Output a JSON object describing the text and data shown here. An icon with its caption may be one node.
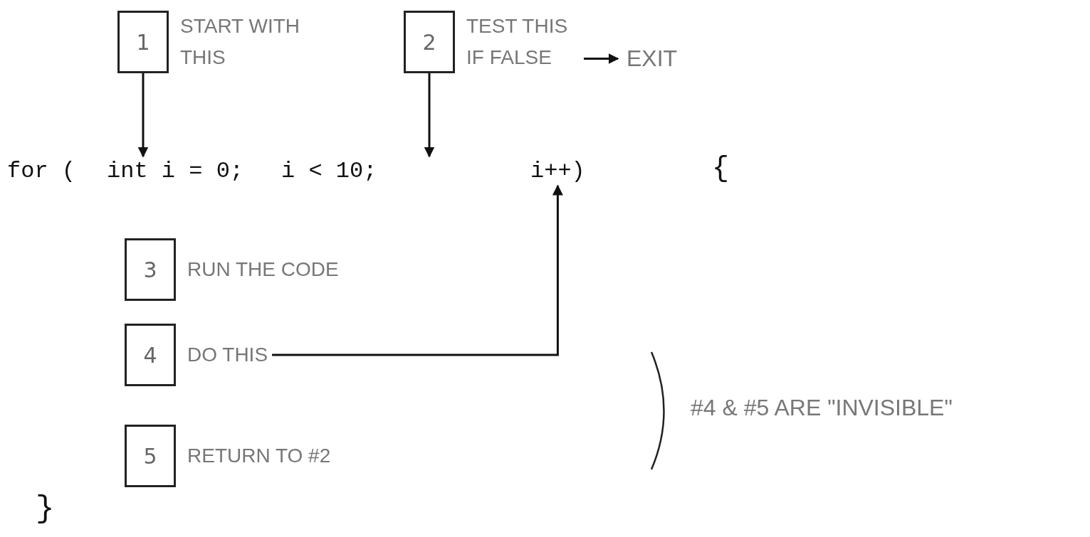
{
  "diagram": {
    "nodes": [
      {
        "text": [
          "1"
        ],
        "beside": [
          "START WITH THIS"
        ]
      },
      {
        "text": [
          "2"
        ],
        "beside": [
          "TEST THIS IF FALSE"
        ]
      },
      {
        "text": [
          "EXIT"
        ]
      },
      {
        "text": [
          "int i = 0;"
        ]
      },
      {
        "text": [
          "i < 10;"
        ]
      },
      {
        "text": [
          "i++)"
        ]
      },
      {
        "text": [
          "3"
        ],
        "beside": [
          "RUN THE CODE"
        ]
      },
      {
        "text": [
          "4"
        ],
        "beside": [
          "DO THIS"
        ]
      },
      {
        "text": [
          "5"
        ],
        "beside": [
          "RETURN TO #2"
        ]
      }
    ],
    "edges": [
      {
        "from": 0,
        "to": 3,
        "arrow": "to"
      },
      {
        "from": 1,
        "to": 4,
        "arrow": "to"
      },
      {
        "from": 1,
        "to": 2,
        "arrow": "to"
      },
      {
        "from": 7,
        "to": 5,
        "arrow": "to"
      }
    ],
    "labels": [
      "for (",
      "{",
      "#4 & #5 ARE \"INVISIBLE\"",
      "}"
    ]
  }
}
